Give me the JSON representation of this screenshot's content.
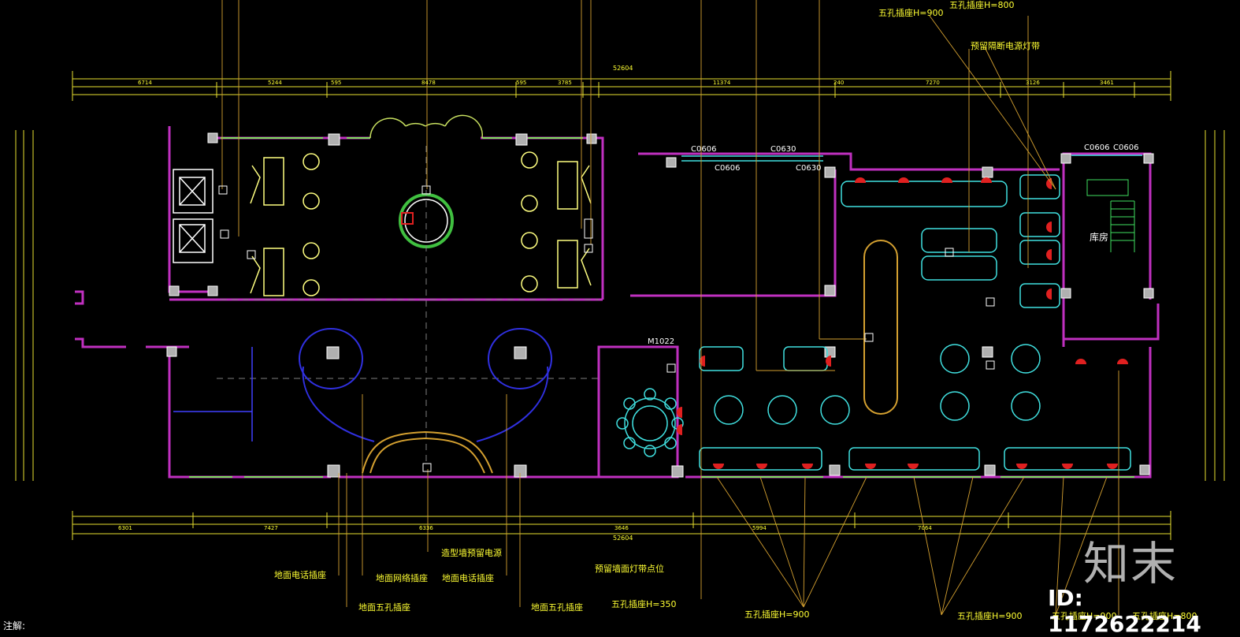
{
  "labels": {
    "five_hole_900_top": "五孔插座H=900",
    "five_hole_800_top": "五孔插座H=800",
    "reserved_led": "预留隔断电源灯带",
    "sculpture_wall_power": "造型墙预留电源",
    "floor_phone_1": "地面电话插座",
    "floor_network": "地面网络插座",
    "floor_phone_2": "地面电话插座",
    "reserved_wall_light_points": "预留墙面灯带点位",
    "floor_five_hole_1": "地面五孔插座",
    "floor_five_hole_2": "地面五孔插座",
    "five_hole_350": "五孔插座H=350",
    "five_hole_900_b1": "五孔插座H=900",
    "five_hole_900_b2": "五孔插座H=900",
    "five_hole_900_b3": "五孔插座H=900",
    "five_hole_800_b": "五孔插座H=800",
    "note": "注解:"
  },
  "windows": {
    "c0606_a": "C0606",
    "c0630_a": "C0630",
    "c0606_b": "C0606",
    "c0630_b": "C0630",
    "c0606_c": "C0606",
    "c0606_d": "C0606",
    "m1022": "M1022"
  },
  "rooms": {
    "storage": "库房"
  },
  "dimensions": {
    "total_top": "52604",
    "total_bottom": "52604",
    "top_row1": [
      "6714",
      "5244",
      "595",
      "8478",
      "595",
      "3785",
      "11374",
      "240",
      "7270",
      "3126",
      "3461"
    ],
    "bottom_row1": [
      "6301",
      "7427",
      "6336",
      "3646",
      "5994",
      "7064"
    ]
  },
  "watermark": {
    "logo": "知末",
    "id": "ID: 1172622214"
  },
  "colors": {
    "wall": "#c030c0",
    "dim": "#e8e030",
    "leader": "#d4a030",
    "window": "#40e0e0",
    "furniture": "#40e0e0",
    "socket": "#e02020",
    "blue": "#3030e0"
  }
}
